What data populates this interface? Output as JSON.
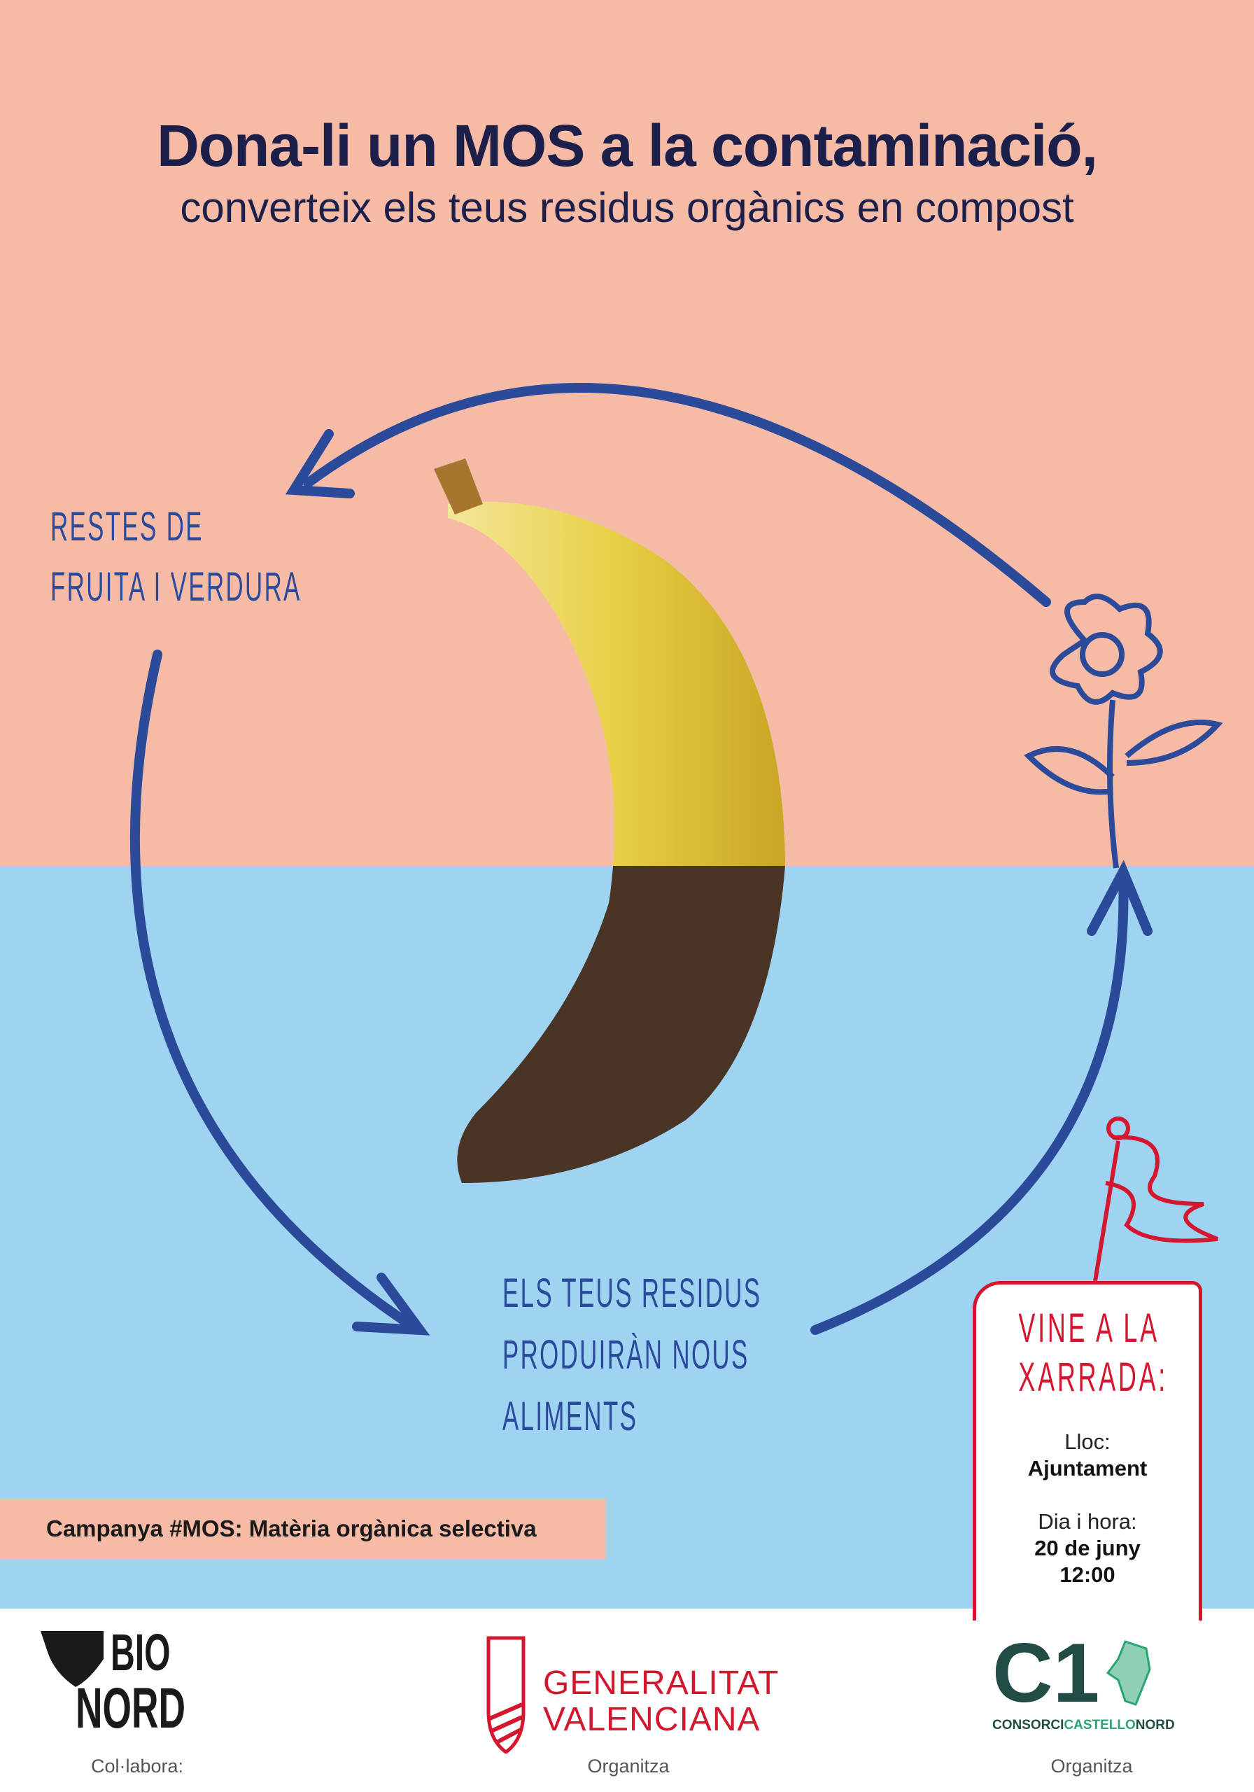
{
  "header": {
    "title": "Dona-li un MOS a la contaminació,",
    "subtitle": "converteix els teus residus orgànics en compost"
  },
  "cycle": {
    "label_left": [
      "RESTES DE",
      "FRUITA I VERDURA"
    ],
    "label_bottom": [
      "ELS TEUS RESIDUS",
      "PRODUIRÀN NOUS",
      "ALIMENTS"
    ]
  },
  "campaign": "Campanya #MOS: Matèria orgànica selectiva",
  "event": {
    "heading": [
      "VINE A LA",
      "XARRADA:"
    ],
    "place_label": "Lloc:",
    "place": "Ajuntament",
    "date_label": "Dia i hora:",
    "date": "20 de juny",
    "time": "12:00"
  },
  "footer": {
    "logos": [
      {
        "name": "BIO NORD",
        "lines": [
          "BIO",
          "NORD"
        ],
        "caption": "Col·labora:"
      },
      {
        "name": "GENERALITAT VALENCIANA",
        "lines": [
          "GENERALITAT",
          "VALENCIANA"
        ],
        "caption": "Organitza"
      },
      {
        "name": "C1 CONSORCI CASTELLO NORD",
        "lines": [
          "C1",
          "CONSORCI",
          "CASTELLO",
          "NORD"
        ],
        "caption": "Organitza"
      }
    ]
  },
  "colors": {
    "pink": "#f6bba6",
    "blue": "#9fd3f2",
    "navy": "#1c1f4a",
    "stroke": "#2b4a9a",
    "red": "#d3172f"
  }
}
